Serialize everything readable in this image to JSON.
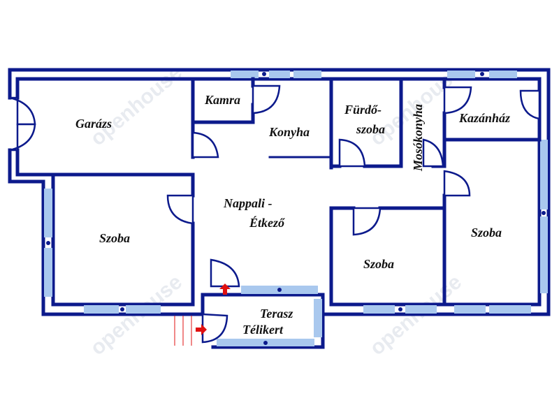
{
  "rooms": {
    "garazs": "Garázs",
    "kamra": "Kamra",
    "konyha": "Konyha",
    "furdo_1": "Fürdő-",
    "furdo_2": "szoba",
    "moskonyha": "Mosókonyha",
    "kazanhaz": "Kazánház",
    "nappali_1": "Nappali -",
    "nappali_2": "Étkező",
    "szoba_left": "Szoba",
    "szoba_center": "Szoba",
    "szoba_right": "Szoba",
    "terasz_1": "Terasz",
    "terasz_2": "Télikert"
  },
  "watermark": "openhouse",
  "colors": {
    "wall": "#0c1a8c",
    "window": "#a9c8ee",
    "arrow": "#e01010"
  }
}
